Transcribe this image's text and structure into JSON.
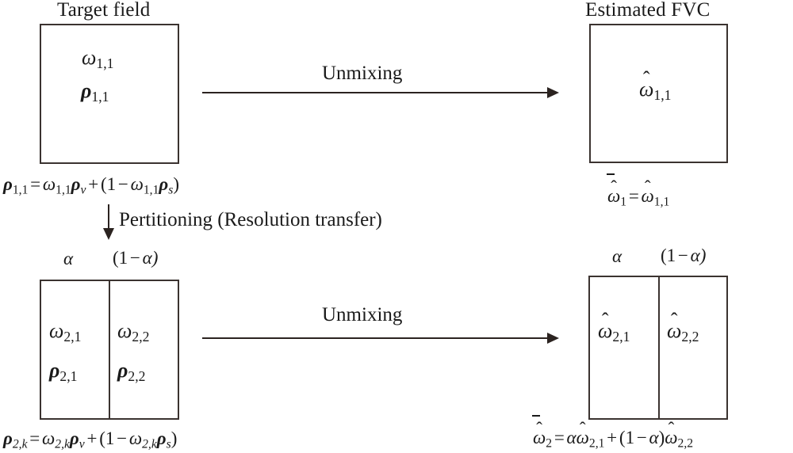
{
  "figure": {
    "title_left": "Target field",
    "title_right": "Estimated FVC"
  },
  "arrows": {
    "unmixing_top_label": "Unmixing",
    "unmixing_bottom_label": "Unmixing",
    "partition_label": "Pertitioning (Resolution transfer)"
  },
  "fractions": {
    "alpha": "α",
    "one_minus_alpha_open": "(1",
    "one_minus_alpha_minus": "−",
    "one_minus_alpha_close": "α)"
  },
  "top_left_box": {
    "omega": "ω",
    "omega_sub": "1,1",
    "rho": "ρ",
    "rho_sub": "1,1"
  },
  "top_right_box": {
    "omega_hat": "ω",
    "omega_hat_sub": "1,1",
    "hat_glyph": "ˆ"
  },
  "bottom_left_box": {
    "cells": [
      {
        "omega": "ω",
        "omega_sub": "2,1",
        "rho": "ρ",
        "rho_sub": "2,1"
      },
      {
        "omega": "ω",
        "omega_sub": "2,2",
        "rho": "ρ",
        "rho_sub": "2,2"
      }
    ]
  },
  "bottom_right_box": {
    "cells": [
      {
        "omega": "ω",
        "omega_sub": "2,1"
      },
      {
        "omega": "ω",
        "omega_sub": "2,2"
      }
    ]
  },
  "equations": {
    "top_left": {
      "lhs_sym": "ρ",
      "lhs_sub": "1,1",
      "eq": "=",
      "omega1": "ω",
      "omega1_sub": "1,1",
      "rho_v": "ρ",
      "rho_v_sub": "v",
      "plus": "+",
      "open": "(",
      "one": "1",
      "minus": "−",
      "omega2": "ω",
      "omega2_sub": "1,1",
      "rho_s": "ρ",
      "rho_s_sub": "s",
      "close": ")"
    },
    "bottom_left": {
      "lhs_sym": "ρ",
      "lhs_sub": "2,k",
      "eq": "=",
      "omega1": "ω",
      "omega1_sub": "2,k",
      "rho_v": "ρ",
      "rho_v_sub": "v",
      "plus": "+",
      "open": "(",
      "one": "1",
      "minus": "−",
      "omega2": "ω",
      "omega2_sub": "2,k",
      "rho_s": "ρ",
      "rho_s_sub": "s",
      "close": ")"
    },
    "top_right": {
      "lhs_sym": "ω",
      "lhs_sub": "1",
      "eq": "=",
      "rhs_sym": "ω",
      "rhs_sub": "1,1"
    },
    "bottom_right": {
      "lhs_sym": "ω",
      "lhs_sub": "2",
      "eq": "=",
      "alpha": "α",
      "w1": "ω",
      "w1_sub": "2,1",
      "plus": "+",
      "open": "(",
      "one": "1",
      "minus": "−",
      "alpha2": "α",
      "close": ")",
      "w2": "ω",
      "w2_sub": "2,2"
    }
  },
  "colors": {
    "stroke": "#3b3330",
    "text": "#1a1a1a",
    "background": "#ffffff"
  }
}
